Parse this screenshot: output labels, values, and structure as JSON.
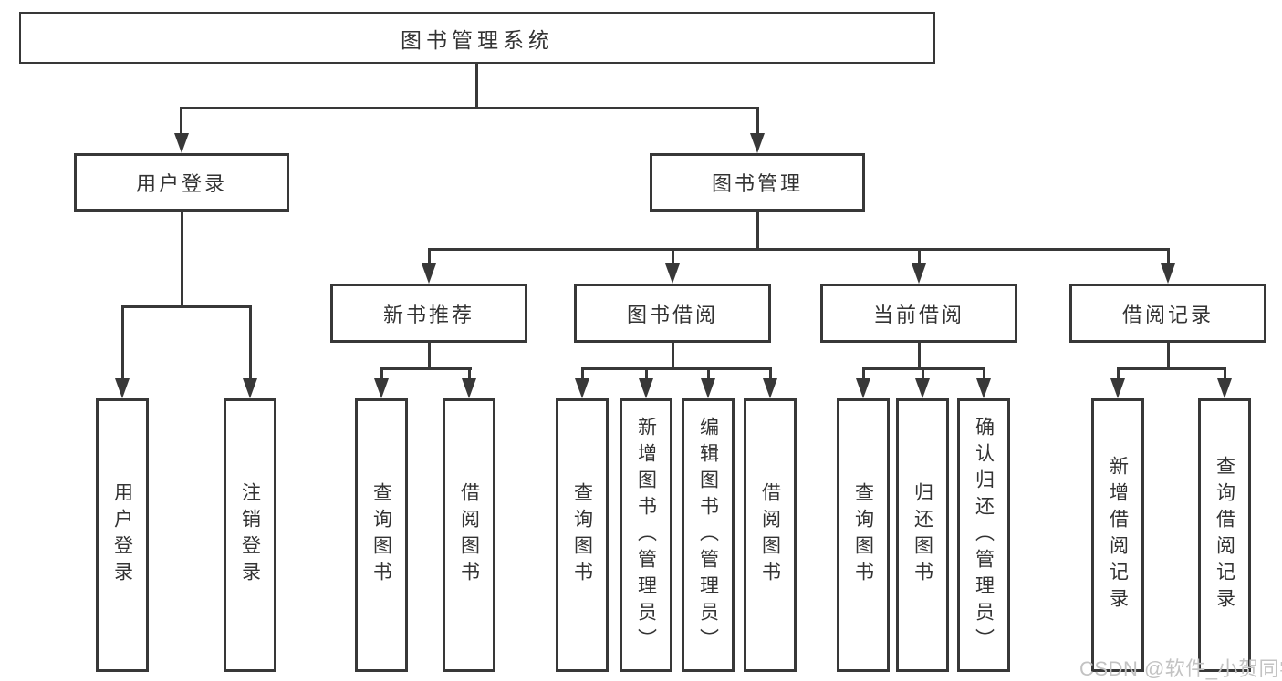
{
  "diagram": {
    "type": "hierarchy-tree",
    "orientation": "top-down"
  },
  "tree": {
    "root": {
      "label": "图书管理系统",
      "children": [
        {
          "label": "用户登录",
          "children": [
            {
              "label": "用户登录"
            },
            {
              "label": "注销登录"
            }
          ]
        },
        {
          "label": "图书管理",
          "children": [
            {
              "label": "新书推荐",
              "children": [
                {
                  "label": "查询图书"
                },
                {
                  "label": "借阅图书"
                }
              ]
            },
            {
              "label": "图书借阅",
              "children": [
                {
                  "label": "查询图书"
                },
                {
                  "label": "新增图书（管理员）"
                },
                {
                  "label": "编辑图书（管理员）"
                },
                {
                  "label": "借阅图书"
                }
              ]
            },
            {
              "label": "当前借阅",
              "children": [
                {
                  "label": "查询图书"
                },
                {
                  "label": "归还图书"
                },
                {
                  "label": "确认归还（管理员）"
                }
              ]
            },
            {
              "label": "借阅记录",
              "children": [
                {
                  "label": "新增借阅记录"
                },
                {
                  "label": "查询借阅记录"
                }
              ]
            }
          ]
        }
      ]
    }
  },
  "watermark": {
    "text": "CSDN @软件_小贺同学"
  },
  "colors": {
    "line": "#383838",
    "box_border": "#383838",
    "box_fill": "#ffffff",
    "text": "#333333",
    "watermark": "#c3c3c3",
    "background": "#ffffff"
  }
}
